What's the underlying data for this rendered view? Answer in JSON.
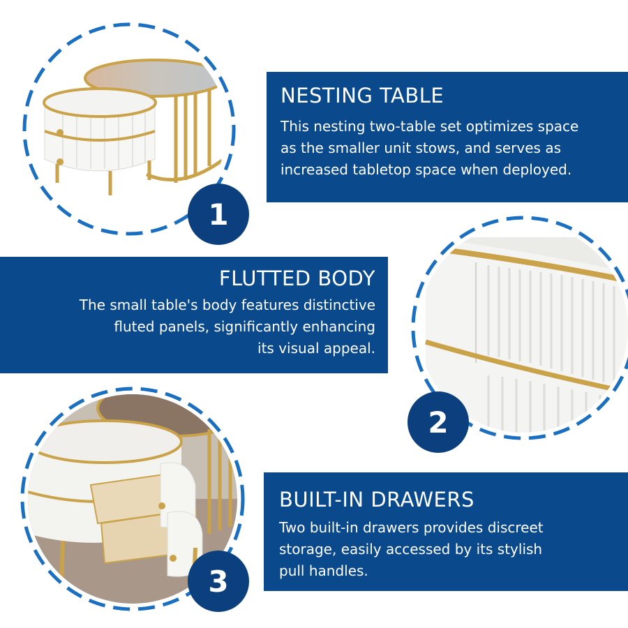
{
  "features": [
    {
      "number": "1",
      "title": "NESTING TABLE",
      "description": "This nesting two-table set optimizes space\nas the smaller unit stows, and serves as\nincreased tabletop space when deployed."
    },
    {
      "number": "2",
      "title": "FLUTTED BODY",
      "description": "The small table's body features distinctive\nfluted panels, significantly enhancing\nits visual appeal."
    },
    {
      "number": "3",
      "title": "BUILT-IN DRAWERS",
      "description": "Two built-in drawers provides discreet\nstorage, easily accessed by its stylish\npull handles."
    }
  ],
  "colors": {
    "panel": "#0a4a8c",
    "dash_ring": "#1a6fc0",
    "badge": "#0b3f7d",
    "gold": "#c9a24a"
  }
}
